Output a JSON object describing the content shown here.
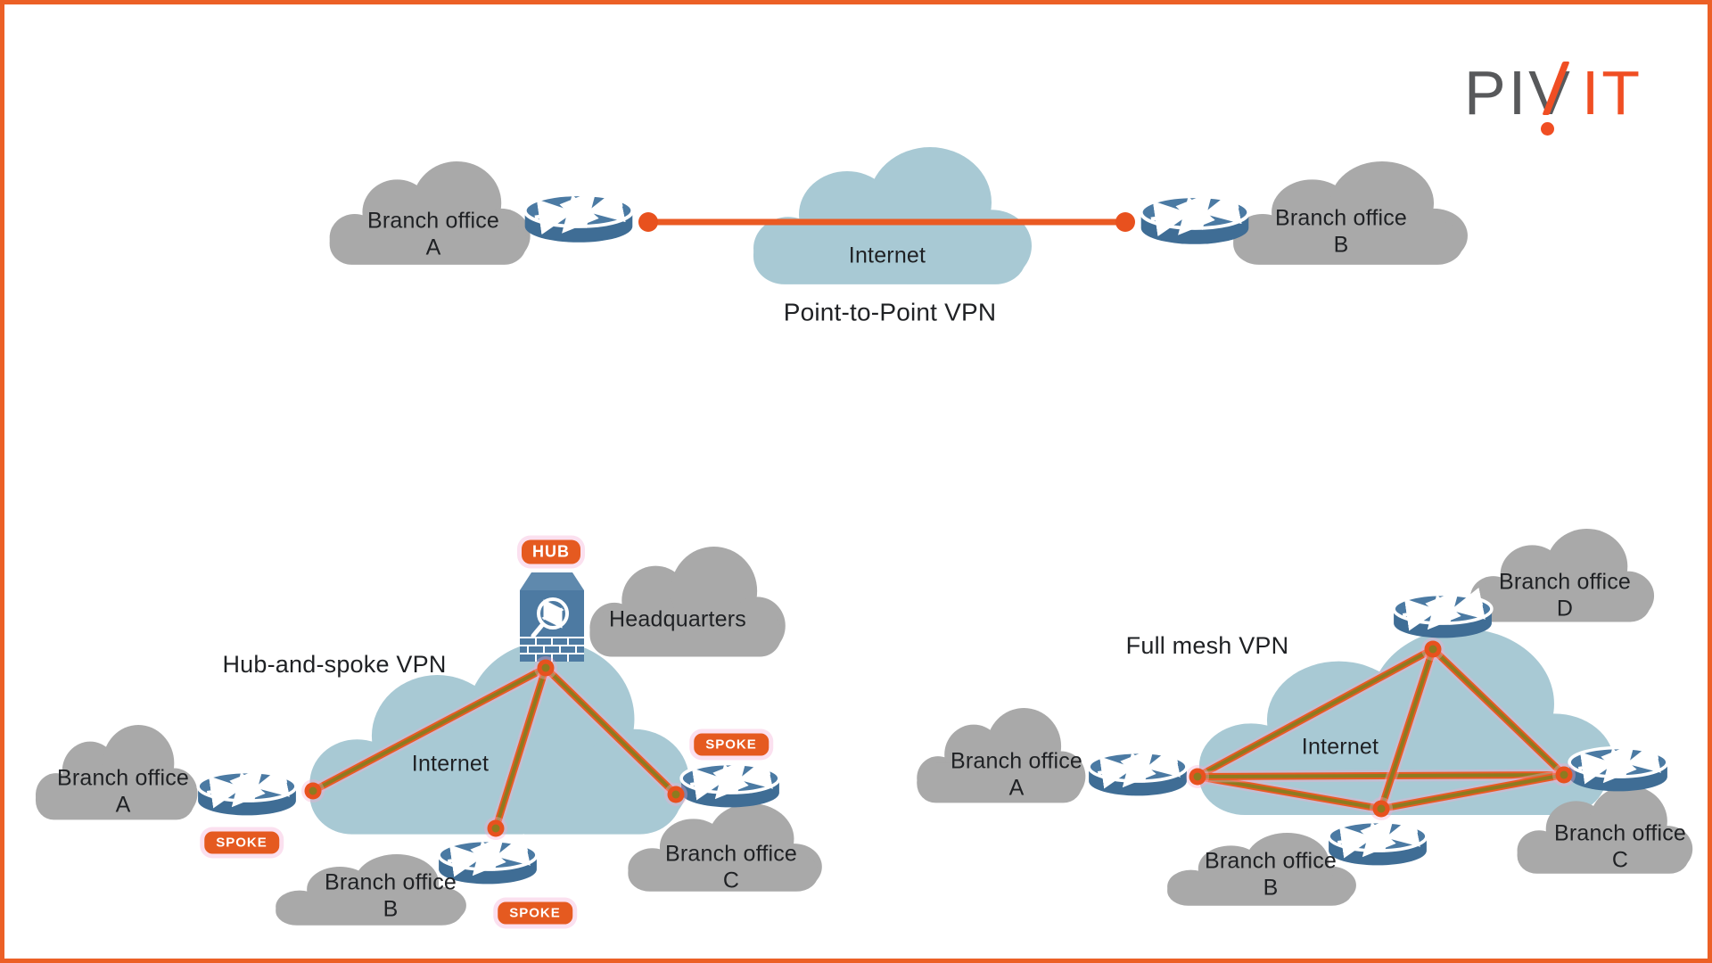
{
  "page": {
    "background": "#ffffff",
    "border_color": "#ec6026"
  },
  "logo": {
    "gray_text": "PIV",
    "orange_text": "IT",
    "gray_color": "#58595b",
    "orange_color": "#f04e23"
  },
  "colors": {
    "cloud_gray": "#a9a9a9",
    "cloud_blue": "#a8c9d4",
    "router_top": "#4b7aa3",
    "router_body": "#3f6d95",
    "firewall_front": "#4d7aa2",
    "firewall_top": "#5f89ad",
    "line_olive": "#8e7a1f",
    "line_orange": "#ea5a23",
    "dot_orange": "#e8511e",
    "glow_pink": "#f6aacd",
    "badge_bg": "#e55a20",
    "text": "#1f2124"
  },
  "p2p": {
    "branch_a": "Branch office A",
    "branch_b": "Branch office B",
    "internet": "Internet",
    "caption": "Point-to-Point VPN"
  },
  "hub_spoke": {
    "title": "Hub-and-spoke VPN",
    "hub_badge": "HUB",
    "headquarters": "Headquarters",
    "internet": "Internet",
    "spoke_badge": "SPOKE",
    "branch_a": "Branch office A",
    "branch_b": "Branch office B",
    "branch_c": "Branch office C"
  },
  "full_mesh": {
    "title": "Full mesh VPN",
    "internet": "Internet",
    "branch_a": "Branch office A",
    "branch_b": "Branch office B",
    "branch_c": "Branch office C",
    "branch_d": "Branch office D"
  }
}
